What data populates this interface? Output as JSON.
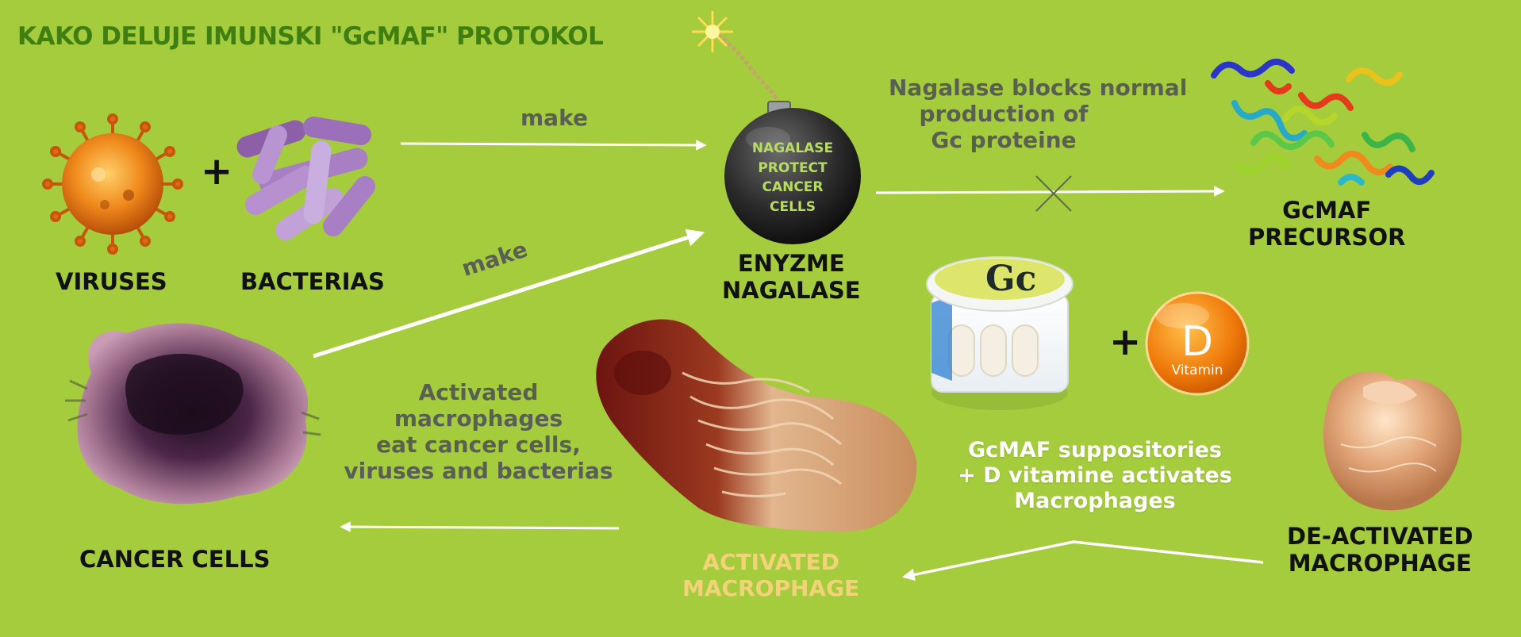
{
  "title": "KAKO DELUJE IMUNSKI \"GcMAF\" PROTOKOL",
  "nodes": {
    "viruses": "VIRUSES",
    "bacterias": "BACTERIAS",
    "enzyme_line1": "ENYZME",
    "enzyme_line2": "NAGALASE",
    "bomb_line1": "NAGALASE",
    "bomb_line2": "PROTECT",
    "bomb_line3": "CANCER",
    "bomb_line4": "CELLS",
    "precursor_line1": "GcMAF",
    "precursor_line2": "PRECURSOR",
    "cancer_cells": "CANCER CELLS",
    "activated_line1": "ACTIVATED",
    "activated_line2": "MACROPHAGE",
    "deactivated_line1": "DE-ACTIVATED",
    "deactivated_line2": "MACROPHAGE"
  },
  "edges": {
    "make_top": "make",
    "make_diag": "make",
    "blocks_line1": "Nagalase blocks normal",
    "blocks_line2": "production of",
    "blocks_line3": "Gc proteine",
    "eat_line1": "Activated",
    "eat_line2": "macrophages",
    "eat_line3": "eat cancer cells,",
    "eat_line4": "viruses and bacterias",
    "supp_line1": "GcMAF suppositories",
    "supp_line2": "+ D vitamine  activates",
    "supp_line3": "Macrophages"
  },
  "symbols": {
    "plus": "+"
  },
  "product": {
    "jar_letters": "Gc",
    "vitamin_letter": "D",
    "vitamin_label": "Vitamin"
  },
  "colors": {
    "background": "#a4cc3c",
    "title": "#3f7f12",
    "label_dark": "#111111",
    "label_gray": "#5a5f55",
    "label_white": "#ffffff",
    "label_gold": "#f3d27a"
  }
}
